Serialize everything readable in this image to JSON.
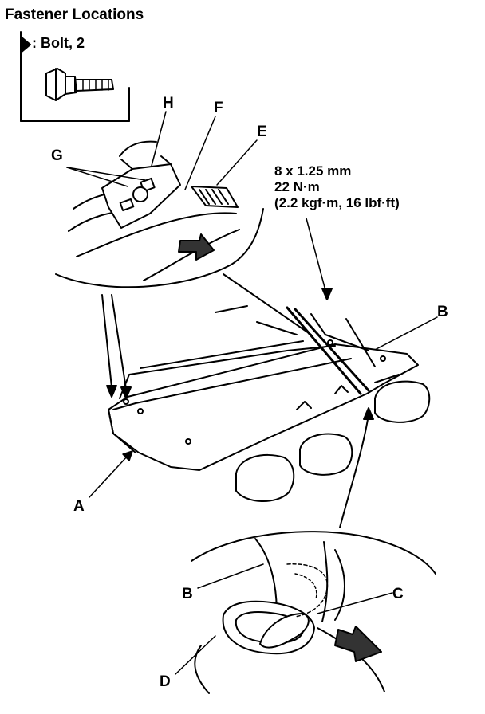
{
  "title": "Fastener Locations",
  "legend": {
    "text": ": Bolt, 2",
    "icon": "bolt-arrow-icon"
  },
  "torque_spec": {
    "line1": "8 x 1.25 mm",
    "line2": "22 N·m",
    "line3": "(2.2 kgf·m, 16 lbf·ft)"
  },
  "labels": {
    "a": "A",
    "b_top": "B",
    "b_bottom": "B",
    "c": "C",
    "d": "D",
    "e": "E",
    "f": "F",
    "g": "G",
    "h": "H"
  }
}
